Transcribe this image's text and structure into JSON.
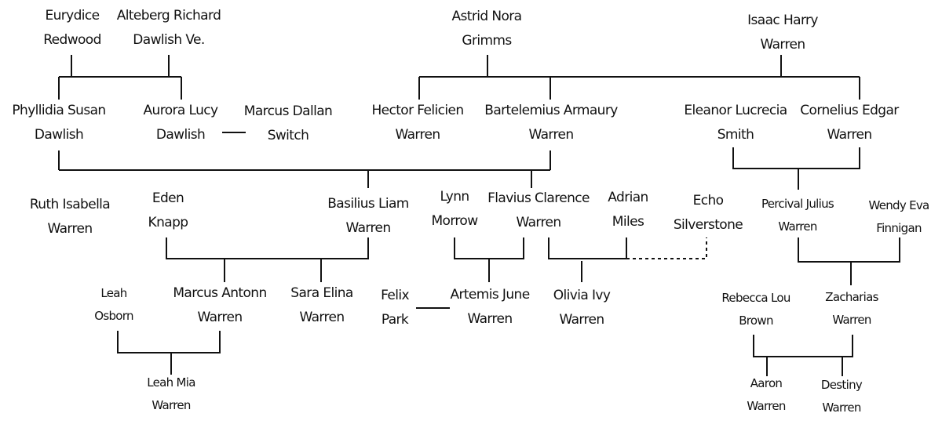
{
  "people": {
    "eurydice": {
      "line1": "Eurydice",
      "line2": "Redwood"
    },
    "alteberg": {
      "line1": "Alteberg Richard",
      "line2": "Dawlish Ve."
    },
    "astrid": {
      "line1": "Astrid Nora",
      "line2": "Grimms"
    },
    "isaac": {
      "line1": "Isaac Harry",
      "line2": "Warren"
    },
    "phyllidia": {
      "line1": "Phyllidia Susan",
      "line2": "Dawlish"
    },
    "aurora": {
      "line1": "Aurora Lucy",
      "line2": "Dawlish"
    },
    "marcus_dallan": {
      "line1": "Marcus Dallan",
      "line2": "Switch"
    },
    "hector": {
      "line1": "Hector Felicien",
      "line2": "Warren"
    },
    "bartelemius": {
      "line1": "Bartelemius Armaury",
      "line2": "Warren"
    },
    "eleanor": {
      "line1": "Eleanor Lucrecia",
      "line2": "Smith"
    },
    "cornelius": {
      "line1": "Cornelius Edgar",
      "line2": "Warren"
    },
    "ruth": {
      "line1": "Ruth Isabella",
      "line2": "Warren"
    },
    "eden": {
      "line1": "Eden",
      "line2": "Knapp"
    },
    "basilius": {
      "line1": "Basilius Liam",
      "line2": "Warren"
    },
    "lynn": {
      "line1": "Lynn",
      "line2": "Morrow"
    },
    "flavius": {
      "line1": "Flavius Clarence",
      "line2": "Warren"
    },
    "adrian": {
      "line1": "Adrian",
      "line2": "Miles"
    },
    "echo": {
      "line1": "Echo",
      "line2": "Silverstone"
    },
    "percival": {
      "line1": "Percival Julius",
      "line2": "Warren"
    },
    "wendy": {
      "line1": "Wendy Eva",
      "line2": "Finnigan"
    },
    "leah_osborn": {
      "line1": "Leah",
      "line2": "Osborn"
    },
    "marcus_antonn": {
      "line1": "Marcus Antonn",
      "line2": "Warren"
    },
    "sara": {
      "line1": "Sara Elina",
      "line2": "Warren"
    },
    "felix": {
      "line1": "Felix",
      "line2": "Park"
    },
    "artemis": {
      "line1": "Artemis June",
      "line2": "Warren"
    },
    "olivia": {
      "line1": "Olivia Ivy",
      "line2": "Warren"
    },
    "rebecca": {
      "line1": "Rebecca Lou",
      "line2": "Brown"
    },
    "zacharias": {
      "line1": "Zacharias",
      "line2": "Warren"
    },
    "leah_mia": {
      "line1": "Leah Mia",
      "line2": "Warren"
    },
    "aaron": {
      "line1": "Aaron",
      "line2": "Warren"
    },
    "destiny": {
      "line1": "Destiny",
      "line2": "Warren"
    }
  }
}
